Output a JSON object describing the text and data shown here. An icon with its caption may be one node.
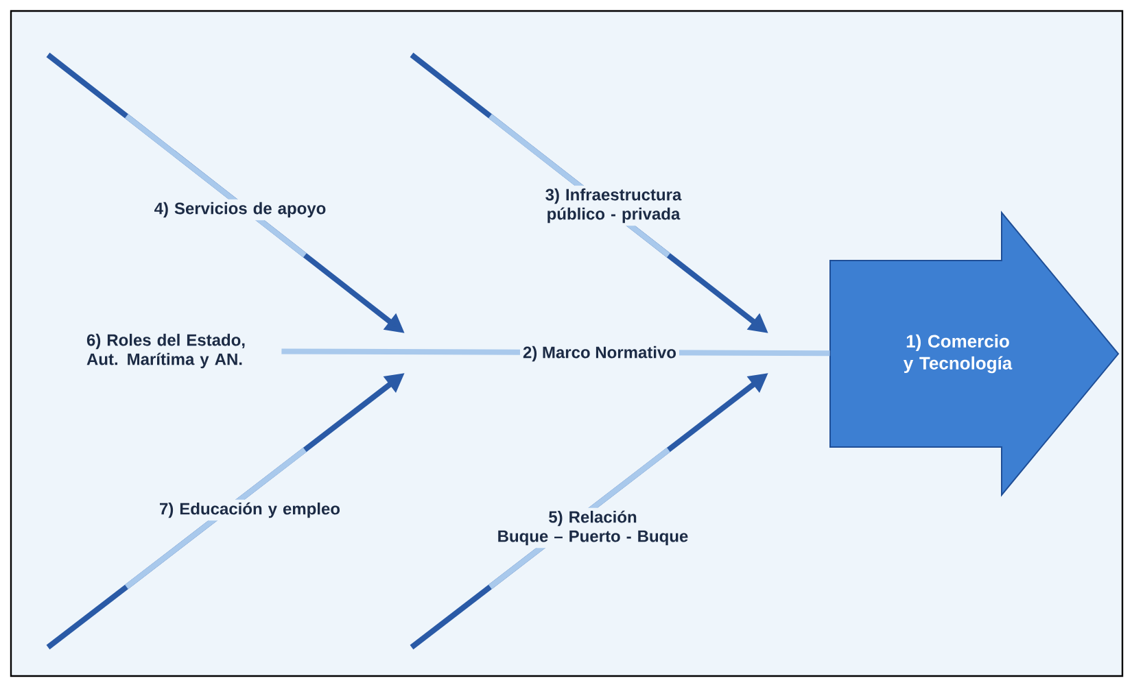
{
  "diagram": {
    "nodes": [
      {
        "text": [
          "1) Comercio y Tecnología"
        ]
      },
      {
        "text": [
          "6) Roles del Estado, Aut. Marítima y AN."
        ]
      }
    ],
    "edges": [
      {
        "from": 1,
        "to": 0,
        "arrow": "none",
        "label": "2) Marco Normativo"
      }
    ],
    "labels": [
      "4) Servicios de apoyo",
      "3) Infraestructura público - privada",
      "7) Educación y empleo",
      "5) Relación Buque – Puerto - Buque"
    ]
  }
}
